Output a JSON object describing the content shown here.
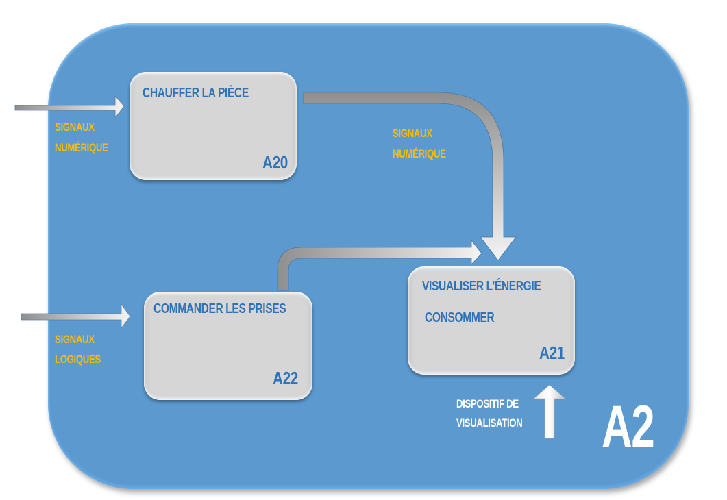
{
  "diagram": {
    "container": {
      "code": "A2",
      "color": "#5b99cf"
    },
    "boxes": [
      {
        "title": "Chauffer la pièce",
        "code": "A20"
      },
      {
        "title": "Commander les prises",
        "code": "A22"
      },
      {
        "title_line1": "Visualiser l’énergie",
        "title_line2": "consommer",
        "code": "A21"
      }
    ],
    "labels": {
      "input_a20_line1": "Signaux",
      "input_a20_line2": "numérique",
      "input_a22_line1": "Signaux",
      "input_a22_line2": "logiques",
      "flow_a20_a21_line1": "Signaux",
      "flow_a20_a21_line2": "numérique",
      "mechanism_a21_line1": "Dispositif de",
      "mechanism_a21_line2": "visualisation"
    },
    "colors": {
      "box_text": "#2e73b8",
      "label_text": "#fbbd0b",
      "box_fill": "#d6d6d6"
    }
  }
}
